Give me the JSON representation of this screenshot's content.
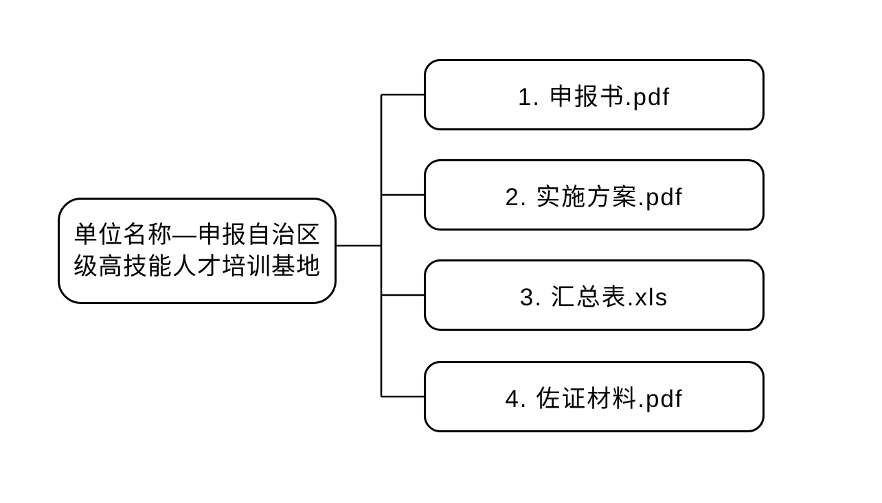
{
  "style": {
    "line_color": "#000000",
    "box_fill": "#ffffff",
    "background": "#ffffff"
  },
  "tree": {
    "root": {
      "label": "单位名称—申报自治区级高技能人才培训基地",
      "lines": [
        "单位名称—申报自治区",
        "级高技能人才培训基地"
      ]
    },
    "children": [
      {
        "label": "1. 申报书.pdf"
      },
      {
        "label": "2. 实施方案.pdf"
      },
      {
        "label": "3. 汇总表.xls"
      },
      {
        "label": "4. 佐证材料.pdf"
      }
    ]
  }
}
